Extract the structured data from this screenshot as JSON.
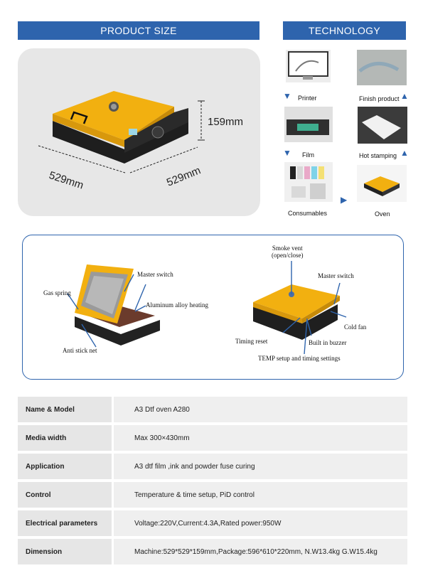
{
  "banners": {
    "product_size": "PRODUCT SIZE",
    "technology": "TECHNOLOGY"
  },
  "dimensions": {
    "height": "159mm",
    "depth": "529mm",
    "width": "529mm"
  },
  "technology": {
    "printer": "Printer",
    "film": "Film",
    "consumables": "Consumables",
    "oven": "Oven",
    "hot_stamping": "Hot stamping",
    "finish_product": "Finish product"
  },
  "callouts": {
    "master_switch_left": "Master switch",
    "gas_spring": "Gas spring",
    "aluminum_heating": "Aluminum alloy heating",
    "anti_stick_net": "Anti stick net",
    "smoke_vent": "Smoke vent\n(open/close)",
    "master_switch_right": "Master switch",
    "cold_fan": "Cold fan",
    "timing_reset": "Timing reset",
    "built_in_buzzer": "Built in buzzer",
    "temp_setup": "TEMP setup and timing settings"
  },
  "specs": [
    {
      "label": "Name & Model",
      "value": "A3 Dtf oven A280"
    },
    {
      "label": "Media width",
      "value": "Max 300×430mm"
    },
    {
      "label": "Application",
      "value": "A3 dtf film ,ink and powder fuse curing"
    },
    {
      "label": "Control",
      "value": "Temperature & time setup, PiD control"
    },
    {
      "label": "Electrical parameters",
      "value": "Voltage:220V,Current:4.3A,Rated power:950W"
    },
    {
      "label": "Dimension",
      "value": "Machine:529*529*159mm,Package:596*610*220mm,    N.W13.4kg   G.W15.4kg"
    }
  ],
  "colors": {
    "accent": "#2e64ad",
    "oven_yellow": "#f2b010",
    "panel_gray": "#e7e7e7"
  }
}
